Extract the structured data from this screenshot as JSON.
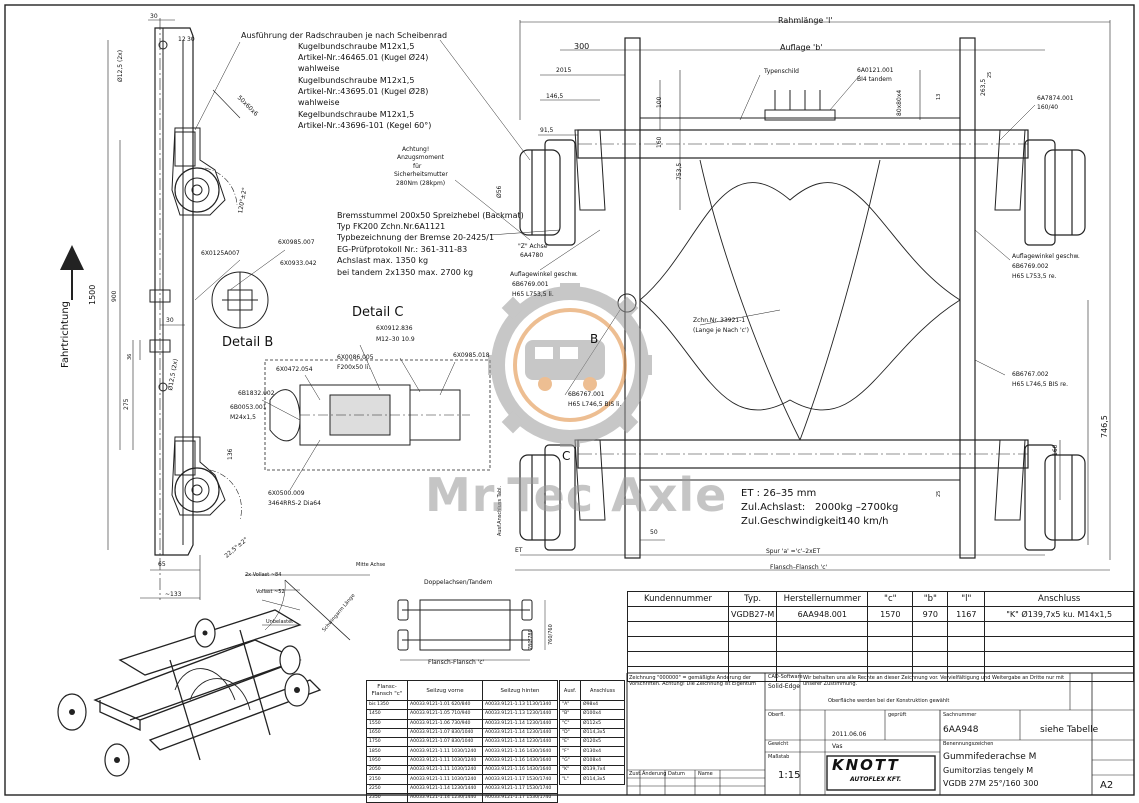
{
  "dimensions": {
    "d30": "30",
    "d30b": "30",
    "d30c": "30",
    "d12": "12",
    "d50": "50",
    "d36": "36",
    "d136": "136",
    "d40": "40",
    "d35": "35",
    "d1500": "1500",
    "d900": "900",
    "d275": "275",
    "d65": "65",
    "d133": "~133",
    "d120": "120°±2°",
    "d225": "22,5°±2°",
    "hole_top": "Ø12,5 (2x)",
    "hole_bottom": "Ø12,5 (2x)",
    "d_50x60": "50x60x6",
    "rahmenlaenge": "Rahmlänge 'l'",
    "auflage": "Auflage 'b'",
    "d300": "300",
    "d2015": "2015",
    "d1465": "146,5",
    "d915": "91,5",
    "d100": "100",
    "d160": "160",
    "d7535": "753,5",
    "d80x80x4": "80x80x4",
    "d13": "13",
    "d2635": "263,5",
    "d25": "25",
    "d56": "Ø56",
    "d7465": "746,5",
    "d160b": "160",
    "d25b": "25",
    "d50b": "50",
    "et": "ET",
    "spur": "Spur 'a' ='c'–2xET",
    "flansch_flansch": "Flansch–Flansch 'c'",
    "fahrtrichtung": "Fahrtrichtung"
  },
  "notes": {
    "radschrauben": [
      "Ausführung der Radschrauben je nach Scheibenrad",
      "Kugelbundschraube M12x1,5",
      "Artikel-Nr.:46465.01 (Kugel  Ø24)",
      "wahlweise",
      "Kugelbundschraube M12x1,5",
      "Artikel-Nr.:43695.01 (Kugel  Ø28)",
      "wahlweise",
      "Kegelbundschraube M12x1,5",
      "Artikel-Nr.:43696-101 (Kegel 60°)"
    ],
    "anzug": [
      "Achtung!",
      "Anzugsmoment",
      "für",
      "Sicherheitsmutter",
      "280Nm (28kpm)"
    ],
    "bremse": [
      "Bremsstummel 200x50 Spreizhebel (Backmat)",
      "Typ FK200  Zchn.Nr.6A1121",
      "Typbezeichnung der Bremse 20-2425/1",
      "EG-Prüfprotokoll Nr.: 361-311-83",
      "Achslast max. 1350 kg",
      "bei tandem 2x1350 max. 2700 kg"
    ],
    "typenschild": "Typenschild",
    "a0121": [
      "6A0121.001",
      "BI4 tandem"
    ],
    "a7874": [
      "6A7874.001",
      "160/40"
    ],
    "z_achse": [
      "\"Z\" Achse",
      "6A4780"
    ],
    "auflagewinkel_l": [
      "Auflagewinkel geschw.",
      "6B6769.001",
      "H65 L753,5 li."
    ],
    "auflagewinkel_r": [
      "Auflagewinkel geschw.",
      "6B6769.002",
      "H65 L753,5 re."
    ],
    "zchn": [
      "Zchn.Nr. 33921-1",
      "(Lange je Nach 'c')"
    ],
    "b6767_l": [
      "6B6767.001",
      "H65 L746,5 BIS li."
    ],
    "b6767_r": [
      "6B6767.002",
      "H65 L746,5 BIS re."
    ],
    "ausf_anschl": "Ausf.Anschluss Tabl.",
    "et_range": "ET : 26–35 mm",
    "achslast": "Zul.Achslast:",
    "achslast_val": "2000kg –2700kg",
    "geschw": "Zul.Geschwindigkeit:",
    "geschw_val": "140 km/h",
    "detail_b": "Detail B",
    "detail_c": "Detail C",
    "label_b": "B",
    "label_c": "C",
    "x0985_007": "6X0985.007",
    "x0933_042": "6X0933.042",
    "x0125_007": "6X0125A007",
    "x0912": [
      "6X0912.836",
      "M12–30       10.9"
    ],
    "x0086": [
      "6X0086.005",
      "F200x50 li."
    ],
    "x0985_018": "6X0985.018",
    "x0472": "6X0472.054",
    "b1832": "6B1832.002",
    "b0053": [
      "6B0053.001",
      "M24x1,5"
    ],
    "x0500": [
      "6X0500.009",
      "3464RRS-2 Dia64"
    ],
    "schwinge": [
      "2x Vollast ~84",
      "Vollast ~52",
      "Unbelastet",
      "Mitte Achse",
      "Schwingarm Länge"
    ],
    "doppel": "Doppelachsen/Tandem",
    "flansch_flansch_small": "Flansch-Flansch 'c'",
    "d780": "780/780",
    "d760": "760/760"
  },
  "kunden_table": {
    "headers": [
      "Kundennummer",
      "Typ.",
      "Herstellernummer",
      "\"c\"",
      "\"b\"",
      "\"l\"",
      "Anschluss"
    ],
    "row": [
      "",
      "VGDB27-M",
      "6AA948.001",
      "1570",
      "970",
      "1167",
      "\"K\" Ø139,7x5 ku. M14x1,5"
    ]
  },
  "flansch_table": {
    "headers": [
      "Flansc-Flansch \"c\"",
      "Seilzug vorne",
      "Seilzug hinten"
    ],
    "rows": [
      [
        "bis 1350",
        "A0033.9121-1.01  620/840",
        "A0033.9121-1.13  1130/1340"
      ],
      [
        "1450",
        "A0033.9121-1.05  710/940",
        "A0033.9121-1.13  1230/1440"
      ],
      [
        "1550",
        "A0033.9121-1.06  730/940",
        "A0033.9121-1.14  1230/1440"
      ],
      [
        "1650",
        "A0033.9121-1.07  830/1040",
        "A0033.9121-1.14  1230/1440"
      ],
      [
        "1750",
        "A0033.9121-1.07  830/1040",
        "A0033.9121-1.14  1230/1440"
      ],
      [
        "1850",
        "A0033.9121-1.11  1030/1240",
        "A0033.9121-1.16  1430/1640"
      ],
      [
        "1950",
        "A0033.9121-1.11  1030/1240",
        "A0033.9121-1.16  1430/1640"
      ],
      [
        "2050",
        "A0033.9121-1.11  1030/1240",
        "A0033.9121-1.16  1430/1640"
      ],
      [
        "2150",
        "A0033.9121-1.11  1030/1240",
        "A0033.9121-1.17  1530/1740"
      ],
      [
        "2250",
        "A0033.9121-1.14  1230/1440",
        "A0033.9121-1.17  1530/1740"
      ],
      [
        "2350",
        "A0033.9121-1.14  1230/1440",
        "A0033.9121-1.17  1530/1740"
      ]
    ]
  },
  "anschluss_table": {
    "headers": [
      "Ausf.",
      "Anschluss"
    ],
    "rows": [
      [
        "\"A\"",
        "Ø98x4"
      ],
      [
        "\"B\"",
        "Ø100x4"
      ],
      [
        "\"C\"",
        "Ø112x5"
      ],
      [
        "\"D\"",
        "Ø114,3x5"
      ],
      [
        "\"E\"",
        "Ø120x5"
      ],
      [
        "\"F\"",
        "Ø130x4"
      ],
      [
        "\"G\"",
        "Ø108x4"
      ],
      [
        "\"K\"",
        "Ø139,7x4"
      ],
      [
        "\"L\"",
        "Ø114,3x5"
      ]
    ]
  },
  "title_block": {
    "note_top": "Zeichnung \"000000\" = gemäßigte Änderung der Vorschriften. Achtung! Die Zeichnung ist Eigentum der Firma.",
    "cad_label": "CAD-Software",
    "cad_value": "Solid-Edge",
    "protect": "Wir behalten uns alle Rechte an dieser Zeichnung vor. Vervielfältigung und Weitergabe an Dritte nur mit unserer Zustimmung.",
    "oberflaeche": "Oberfläche werden bei der Konstruktion gewählt",
    "geprueft": "geprüft",
    "datum": "2011.06.06",
    "name": "Vas",
    "sachnr_label": "Sachnummer",
    "sachnr": "6AA948",
    "siehe": "siehe Tabelle",
    "benennung_label": "Benennungszeichen",
    "title1": "Gummifederachse M",
    "title2": "Gumitorzias tengely M",
    "title3": "VGDB 27M  25°/160  300",
    "sheet_size": "A2",
    "scale": "1:15",
    "scale_label": "Maßstab",
    "logo": "KNOTT",
    "logo_sub": "AUTOFLEX KFT.",
    "watermark": "Mr.Tec Axle",
    "table_cols": [
      "Zust.",
      "Änderung",
      "Datum",
      "Name"
    ],
    "scale_label2": "Oberfl.",
    "gewicht": "Gewicht"
  }
}
